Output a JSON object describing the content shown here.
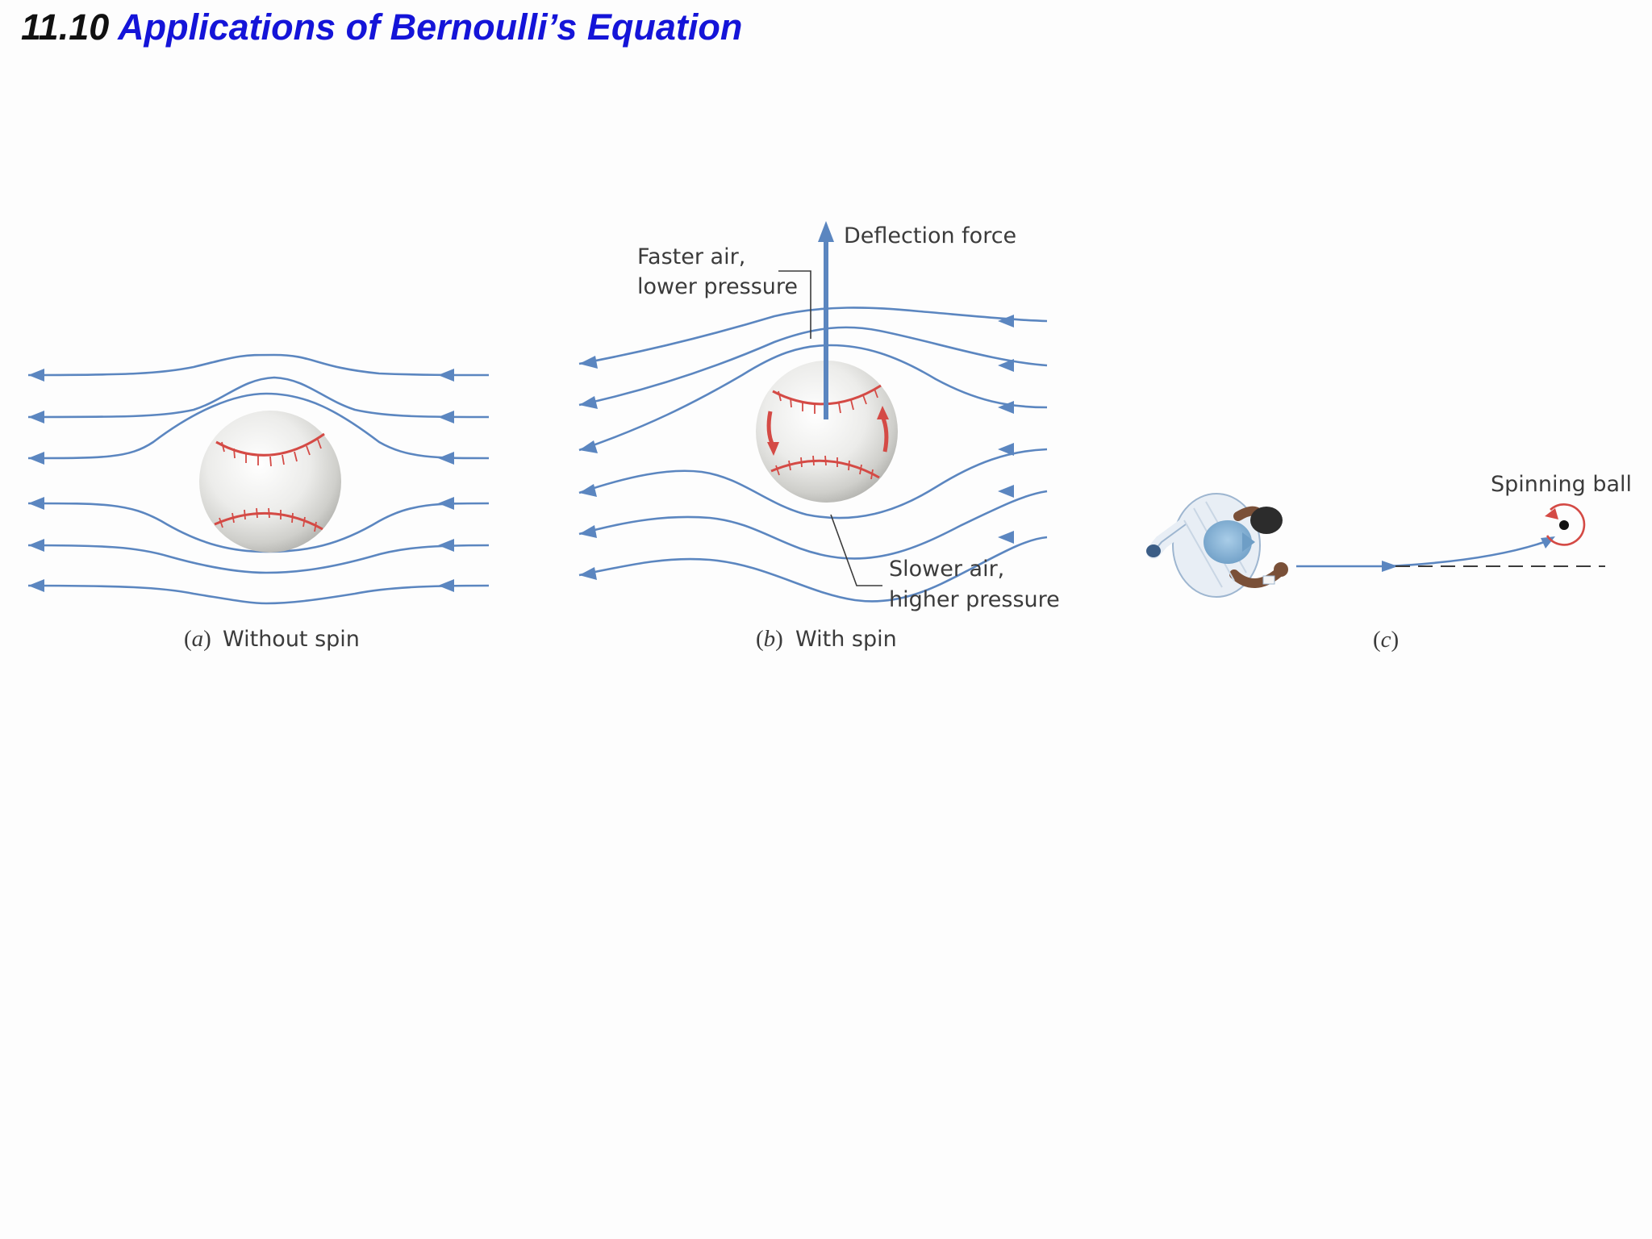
{
  "title": {
    "number": "11.10",
    "text": "Applications of Bernoulli’s Equation"
  },
  "panels": {
    "a": {
      "letter": "a",
      "caption": "Without spin"
    },
    "b": {
      "letter": "b",
      "caption": "With spin",
      "deflection_label": "Deflection force",
      "faster_line1": "Faster air,",
      "faster_line2": "lower pressure",
      "slower_line1": "Slower air,",
      "slower_line2": "higher pressure"
    },
    "c": {
      "letter": "c",
      "caption": "",
      "ball_label": "Spinning ball"
    }
  },
  "colors": {
    "title_number": "#111111",
    "title_text": "#1414d8",
    "streamline": "#5b86c0",
    "seam": "#d44a45"
  },
  "icons": [
    "baseball-icon",
    "pitcher-figure-icon",
    "spin-arrow-icon"
  ]
}
